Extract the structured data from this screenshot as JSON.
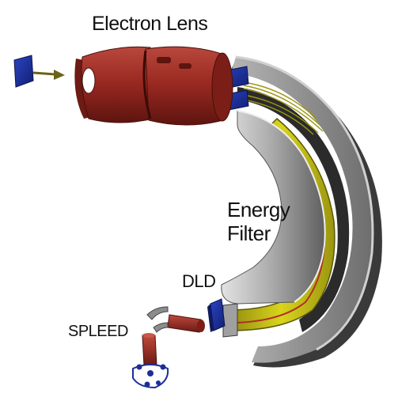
{
  "labels": {
    "electron_lens": "Electron Lens",
    "energy_filter_line1": "Energy",
    "energy_filter_line2": "Filter",
    "dld": "DLD",
    "spleed": "SPLEED"
  },
  "colors": {
    "lens_red": "#9b2a22",
    "lens_dark": "#5e140f",
    "detector_blue": "#1b2e9a",
    "filter_gray": "#8f8f8f",
    "filter_dark": "#3c3c3c",
    "filter_light": "#c9c9c9",
    "electron_yellow": "#c8c414",
    "trajectory_red": "#b0302a",
    "arrow_olive": "#6b6418"
  }
}
